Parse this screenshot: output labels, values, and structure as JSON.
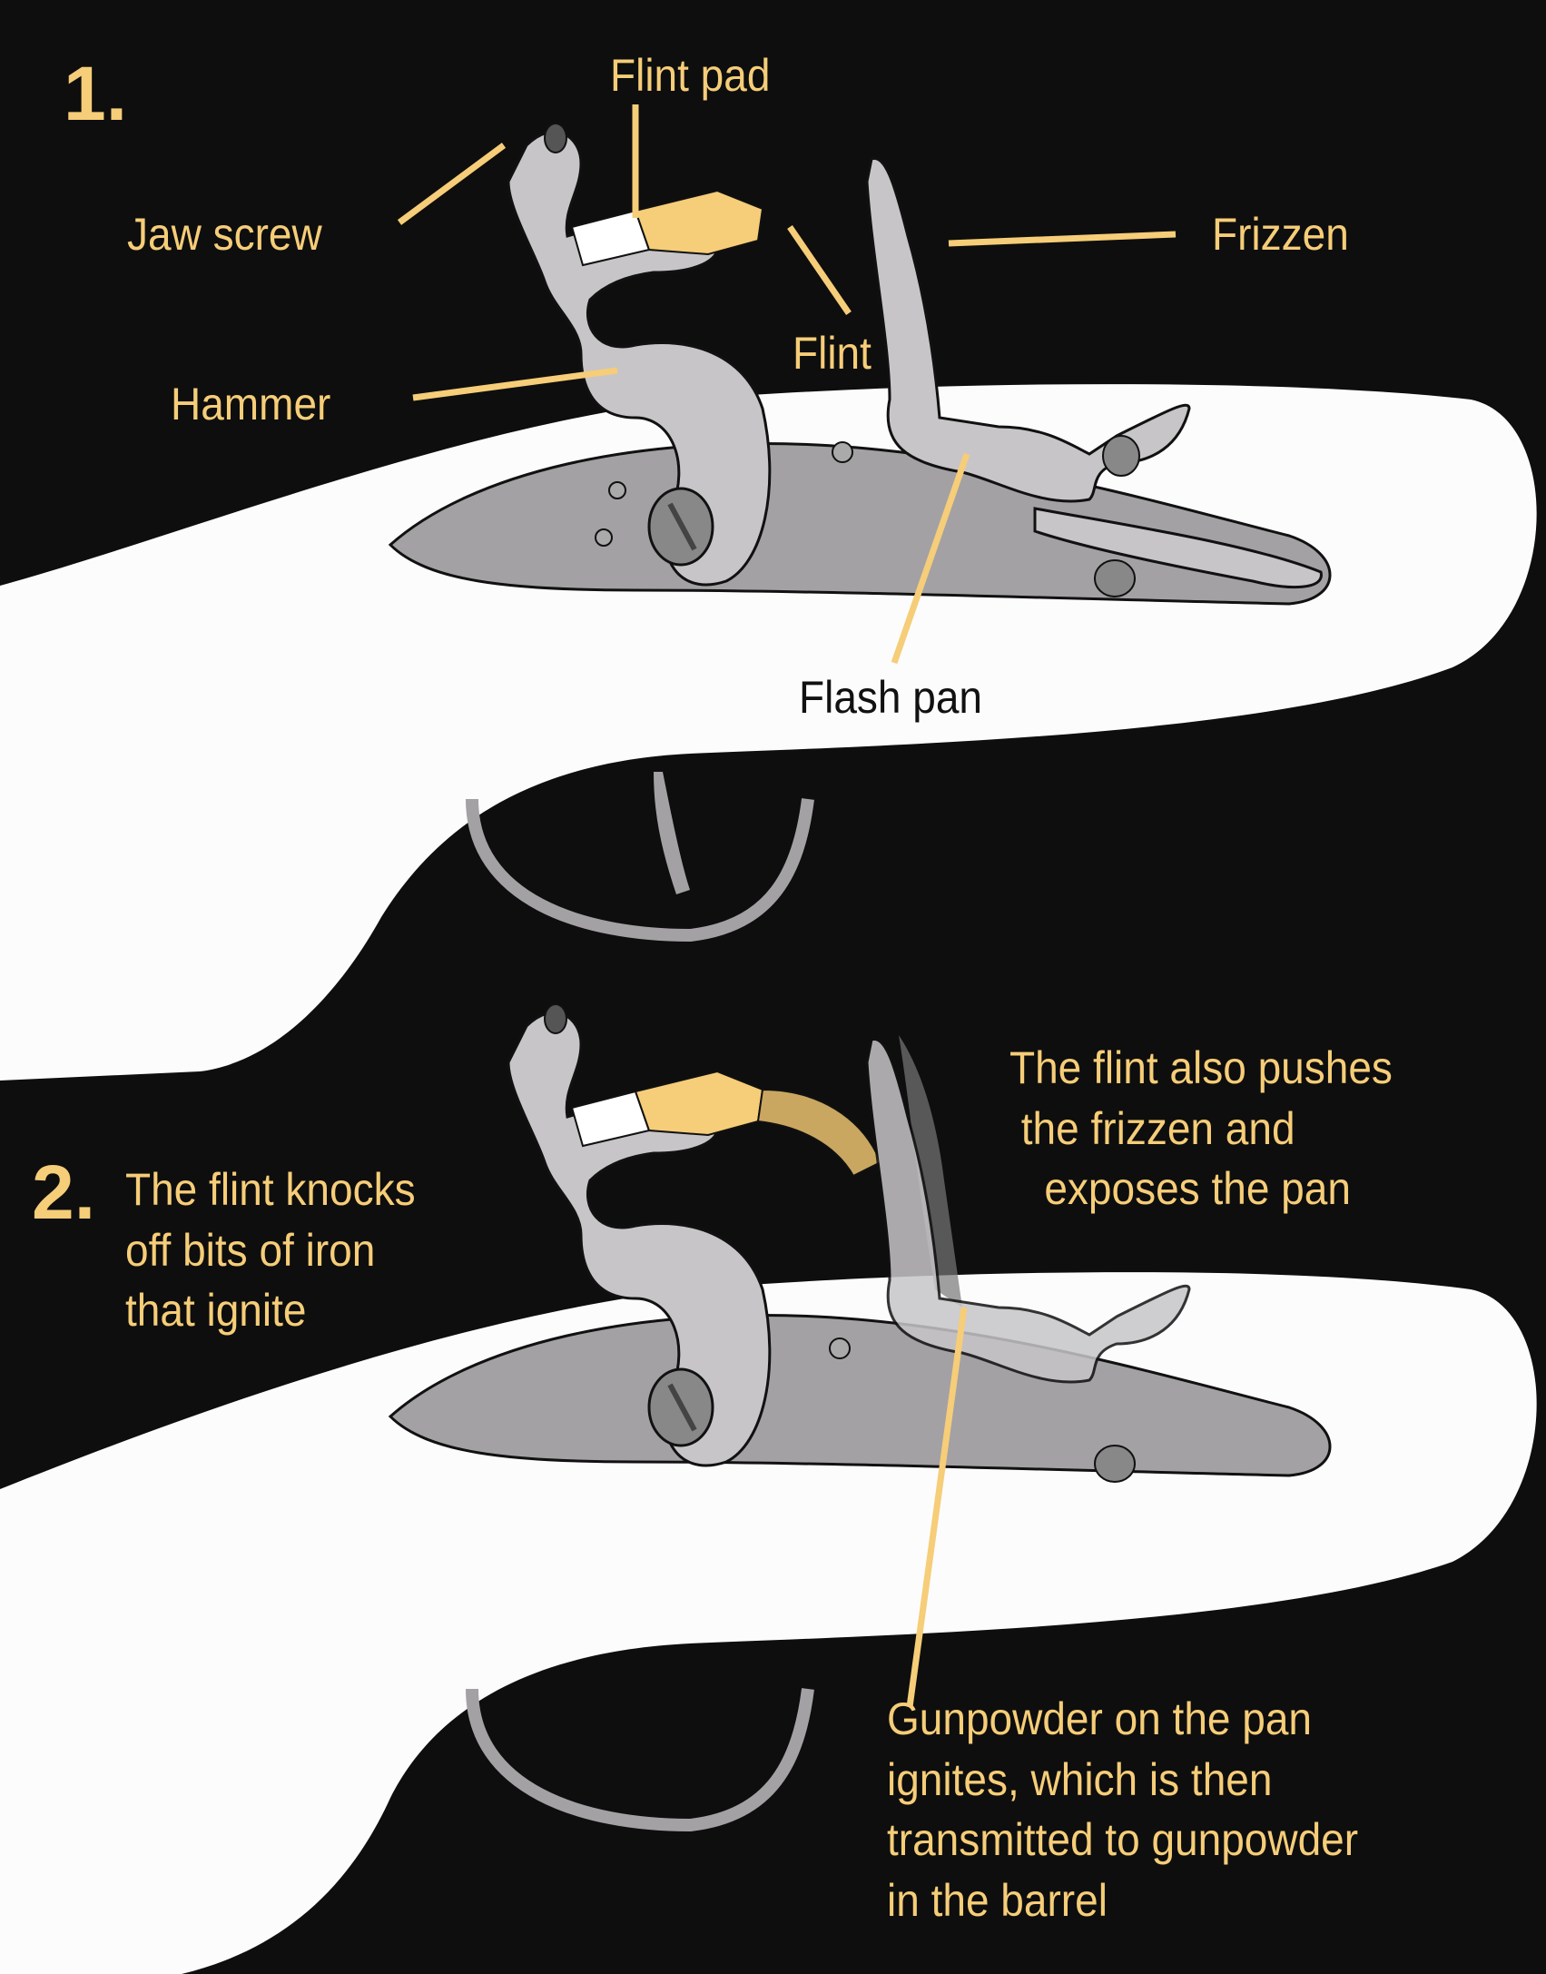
{
  "colors": {
    "background": "#0e0e0e",
    "stock": "#fcfcfc",
    "metal_light": "#c7c5c8",
    "metal_dark": "#a3a1a4",
    "flint": "#f6cd78",
    "label": "#f6cd78"
  },
  "step1": {
    "number": "1.",
    "labels": {
      "flint_pad": "Flint pad",
      "jaw_screw": "Jaw screw",
      "frizzen": "Frizzen",
      "flint": "Flint",
      "hammer": "Hammer",
      "flash_pan": "Flash pan"
    }
  },
  "step2": {
    "number": "2.",
    "left_text": "The flint knocks\noff bits of iron\nthat ignite",
    "right_text": "The flint also pushes\n the frizzen and\n   exposes the pan",
    "bottom_text": "Gunpowder on the pan\nignites, which is then\ntransmitted to gunpowder\nin the barrel"
  }
}
